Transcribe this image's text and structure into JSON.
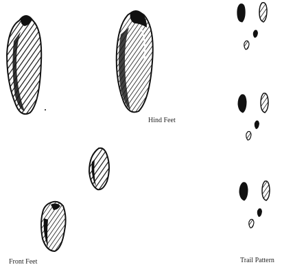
{
  "labels": {
    "hind_feet": "Hind Feet",
    "front_feet": "Front Feet",
    "trail_pattern": "Trail Pattern"
  },
  "colors": {
    "ink": "#111111",
    "paper": "#ffffff"
  }
}
